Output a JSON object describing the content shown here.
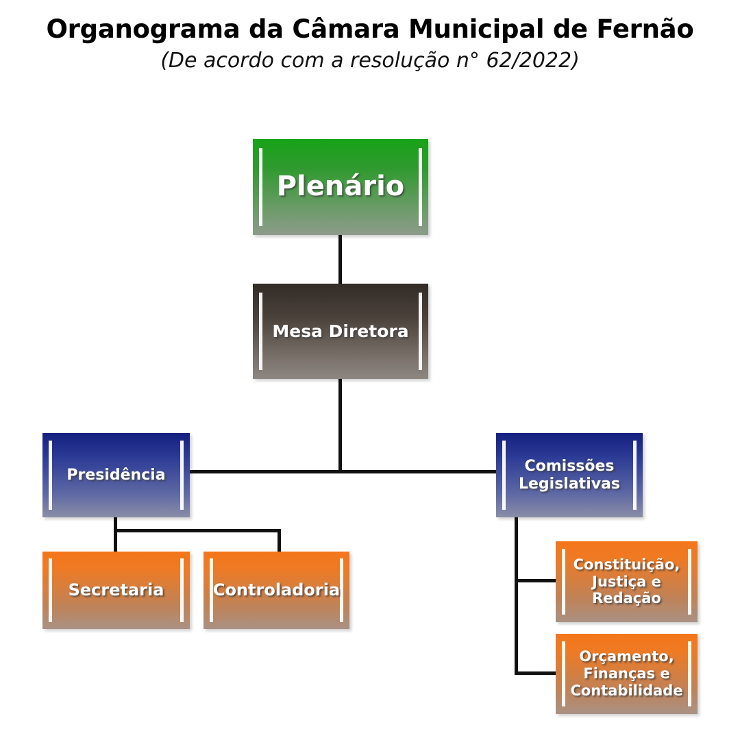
{
  "header": {
    "title": "Organograma da Câmara Municipal de Fernão",
    "subtitle": "(De acordo com a resolução n° 62/2022)"
  },
  "palette": {
    "plenario_top": "#17a317",
    "plenario_bottom": "#8d9b8b",
    "mesa_top": "#322b26",
    "mesa_bottom": "#8d8781",
    "blue_top": "#15207f",
    "blue_bottom": "#8a8ea6",
    "orange_top": "#f4761a",
    "orange_bottom": "#a99184",
    "connector": "#111111",
    "background": "#ffffff",
    "node_text": "#ffffff",
    "title_text": "#000000"
  },
  "chart_data": {
    "type": "diagram",
    "diagram_kind": "organizational-chart",
    "title": "Organograma da Câmara Municipal de Fernão",
    "subtitle": "(De acordo com a resolução n° 62/2022)",
    "nodes": [
      {
        "id": "plenario",
        "label": "Plenário",
        "level": 0,
        "color": "green"
      },
      {
        "id": "mesa-diretora",
        "label": "Mesa Diretora",
        "level": 1,
        "color": "dark"
      },
      {
        "id": "presidencia",
        "label": "Presidência",
        "level": 2,
        "color": "blue"
      },
      {
        "id": "comissoes",
        "label": "Comissões\nLegislativas",
        "level": 2,
        "color": "blue"
      },
      {
        "id": "secretaria",
        "label": "Secretaria",
        "level": 3,
        "color": "orange"
      },
      {
        "id": "controladoria",
        "label": "Controladoria",
        "level": 3,
        "color": "orange"
      },
      {
        "id": "cjr",
        "label": "Constituição,\nJustiça e\nRedação",
        "level": 3,
        "color": "orange"
      },
      {
        "id": "ofc",
        "label": "Orçamento,\nFinanças e\nContabilidade",
        "level": 3,
        "color": "orange"
      }
    ],
    "edges": [
      {
        "from": "plenario",
        "to": "mesa-diretora"
      },
      {
        "from": "mesa-diretora",
        "to": "presidencia"
      },
      {
        "from": "mesa-diretora",
        "to": "comissoes"
      },
      {
        "from": "presidencia",
        "to": "secretaria"
      },
      {
        "from": "presidencia",
        "to": "controladoria"
      },
      {
        "from": "comissoes",
        "to": "cjr"
      },
      {
        "from": "comissoes",
        "to": "ofc"
      }
    ]
  },
  "nodes": {
    "plenario": {
      "label": "Plenário"
    },
    "mesa_diretora": {
      "label": "Mesa Diretora"
    },
    "presidencia": {
      "label": "Presidência"
    },
    "comissoes": {
      "label": "Comissões\nLegislativas"
    },
    "secretaria": {
      "label": "Secretaria"
    },
    "controladoria": {
      "label": "Controladoria"
    },
    "cjr": {
      "label": "Constituição,\nJustiça e\nRedação"
    },
    "ofc": {
      "label": "Orçamento,\nFinanças e\nContabilidade"
    }
  }
}
